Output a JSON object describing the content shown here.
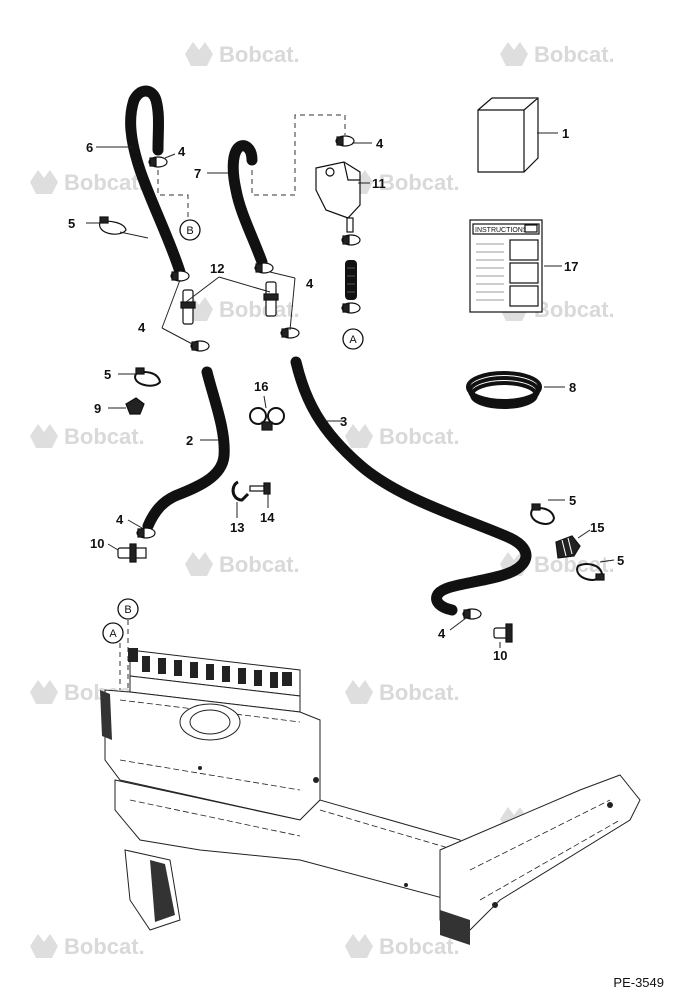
{
  "watermark": "Bobcat.",
  "page_code": "PE-3549",
  "instructions_label": "INSTRUCTIONS",
  "callouts": {
    "c1": "1",
    "c2": "2",
    "c3": "3",
    "c4a": "4",
    "c4b": "4",
    "c4c": "4",
    "c4d": "4",
    "c4e": "4",
    "c4f": "4",
    "c5a": "5",
    "c5b": "5",
    "c5c": "5",
    "c5d": "5",
    "c6": "6",
    "c7": "7",
    "c8": "8",
    "c9": "9",
    "c10a": "10",
    "c10b": "10",
    "c11": "11",
    "c12": "12",
    "c13": "13",
    "c14": "14",
    "c15": "15",
    "c16": "16",
    "c17": "17"
  },
  "connectors": {
    "a_top": "A",
    "b_top": "B",
    "a_bottom": "A",
    "b_bottom": "B"
  },
  "colors": {
    "line": "#111111",
    "watermark": "#d9d9d9"
  }
}
